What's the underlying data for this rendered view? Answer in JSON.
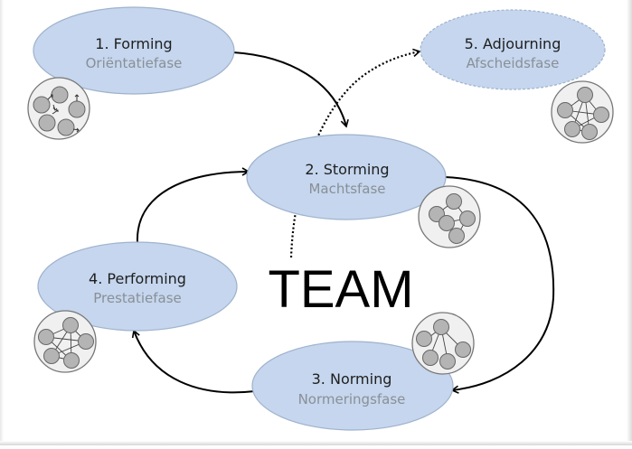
{
  "diagram": {
    "center_label": "TEAM",
    "colors": {
      "phase_fill": "#c5d6ee",
      "phase_stroke": "#9fb2cc",
      "subtitle": "#8a8f96",
      "member_fill": "#b4b4b4",
      "icon_bg": "#f0f0f0"
    },
    "phases": [
      {
        "id": "forming",
        "title": "1.  Forming",
        "subtitle": "Oriëntatiefase",
        "style": "solid",
        "icon": "scattered-members-icon"
      },
      {
        "id": "storming",
        "title": "2. Storming",
        "subtitle": "Machtsfase",
        "style": "solid",
        "icon": "conflict-members-icon"
      },
      {
        "id": "norming",
        "title": "3. Norming",
        "subtitle": "Normeringsfase",
        "style": "solid",
        "icon": "hierarchy-members-icon"
      },
      {
        "id": "performing",
        "title": "4. Performing",
        "subtitle": "Prestatiefase",
        "style": "solid",
        "icon": "network-members-icon"
      },
      {
        "id": "adjourning",
        "title": "5. Adjourning",
        "subtitle": "Afscheidsfase",
        "style": "dashed",
        "icon": "network-members-icon"
      }
    ],
    "transitions": [
      {
        "from": "forming",
        "to": "storming",
        "style": "solid"
      },
      {
        "from": "storming",
        "to": "norming",
        "style": "solid"
      },
      {
        "from": "norming",
        "to": "performing",
        "style": "solid"
      },
      {
        "from": "performing",
        "to": "storming",
        "style": "solid"
      },
      {
        "from": "team",
        "to": "adjourning",
        "style": "dotted"
      }
    ]
  }
}
